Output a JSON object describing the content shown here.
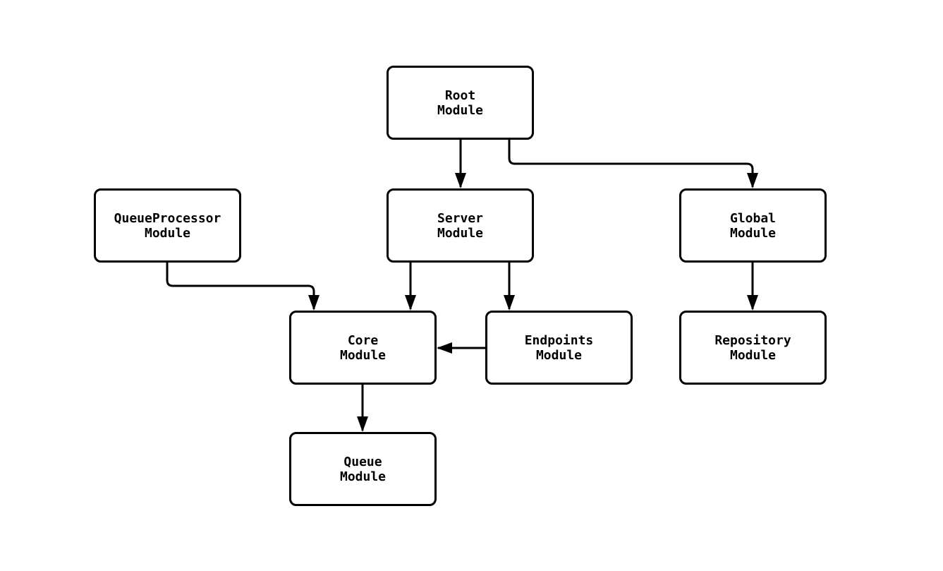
{
  "colors": {
    "background": "#ffffff",
    "node-fill": "#ffffff",
    "stroke": "#000000",
    "text": "#000000"
  },
  "diagram": {
    "type": "flowchart",
    "direction": "top-down",
    "nodes": {
      "root": {
        "label": "Root\nModule"
      },
      "queueprocessor": {
        "label": "QueueProcessor\nModule"
      },
      "server": {
        "label": "Server\nModule"
      },
      "global": {
        "label": "Global\nModule"
      },
      "core": {
        "label": "Core\nModule"
      },
      "endpoints": {
        "label": "Endpoints\nModule"
      },
      "repository": {
        "label": "Repository\nModule"
      },
      "queue": {
        "label": "Queue\nModule"
      }
    },
    "edges": [
      {
        "from": "Root Module",
        "to": "Server Module"
      },
      {
        "from": "Root Module",
        "to": "Global Module"
      },
      {
        "from": "QueueProcessor Module",
        "to": "Core Module"
      },
      {
        "from": "Server Module",
        "to": "Core Module"
      },
      {
        "from": "Server Module",
        "to": "Endpoints Module"
      },
      {
        "from": "Endpoints Module",
        "to": "Core Module"
      },
      {
        "from": "Global Module",
        "to": "Repository Module"
      },
      {
        "from": "Core Module",
        "to": "Queue Module"
      }
    ]
  }
}
